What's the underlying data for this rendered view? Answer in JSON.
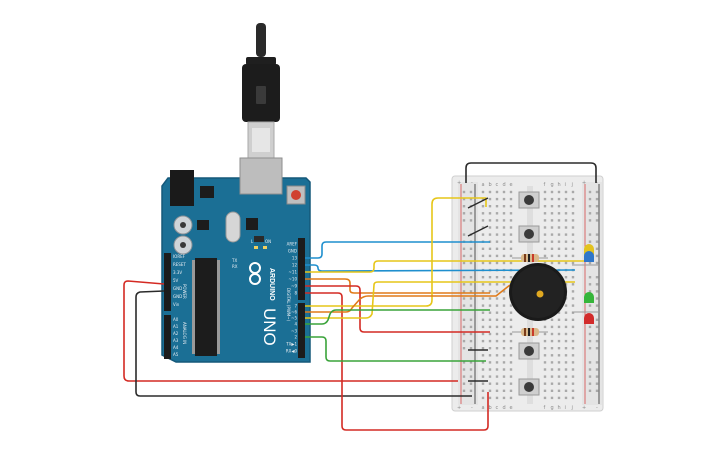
{
  "board": {
    "brand": "ARDUINO",
    "model": "UNO",
    "digital_label": "DIGITAL (PWM~)",
    "power_label": "POWER",
    "analog_label": "ANALOG IN",
    "tx_label": "TX",
    "rx_label": "RX",
    "l_label": "L",
    "on_label": "ON",
    "power_pins": [
      "IOREF",
      "RESET",
      "3.3V",
      "5V",
      "GND",
      "GND",
      "Vin"
    ],
    "analog_pins": [
      "A0",
      "A1",
      "A2",
      "A3",
      "A4",
      "A5"
    ],
    "digital_pins": [
      "AREF",
      "GND",
      "13",
      "12",
      "~11",
      "~10",
      "~9",
      "8",
      "7",
      "~6",
      "~5",
      "4",
      "~3",
      "2",
      "TX▶1",
      "RX◀0"
    ]
  },
  "breadboard": {
    "columns": [
      "a",
      "b",
      "c",
      "d",
      "e",
      "f",
      "g",
      "h",
      "i",
      "j"
    ],
    "plus": "+",
    "minus": "-"
  },
  "colors": {
    "board": "#1b6f95",
    "board_dark": "#15587a",
    "wire_red": "#d42a23",
    "wire_black": "#2b2b2b",
    "wire_blue": "#1f8fce",
    "wire_yellow": "#e6c619",
    "wire_orange": "#e07a18",
    "wire_green": "#3aa33a",
    "led_yellow": "#e3c21e",
    "led_blue": "#2f76c9",
    "led_green": "#35b53a",
    "led_red": "#d22b2b"
  }
}
